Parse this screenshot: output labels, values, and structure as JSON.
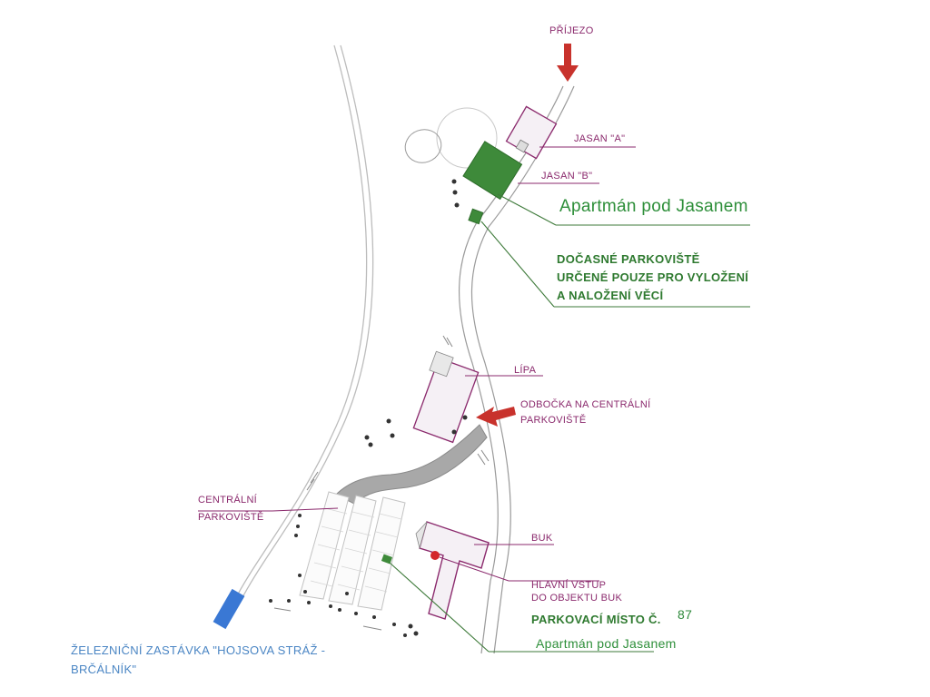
{
  "map": {
    "labels": {
      "prijezd": "PŘÍJEZO",
      "jasan_a": "JASAN \"A\"",
      "jasan_b": "JASAN \"B\"",
      "apartman_top": "Apartmán pod Jasanem",
      "docasne_1": "DOČASNÉ PARKOVIŠTĚ",
      "docasne_2": "URČENÉ POUZE PRO VYLOŽENÍ",
      "docasne_3": "A NALOŽENÍ VĚCÍ",
      "lipa": "LÍPA",
      "odbocka_1": "ODBOČKA NA CENTRÁLNÍ",
      "odbocka_2": "PARKOVIŠTĚ",
      "centralni_1": "CENTRÁLNÍ",
      "centralni_2": "PARKOVIŠTĚ",
      "buk": "BUK",
      "vstup_1": "HLAVNÍ VSTUP",
      "vstup_2": "DO OBJEKTU BUK",
      "parkovaci": "PARKOVACÍ MÍSTO Č.",
      "parkovaci_cislo": "87",
      "apartman_bottom": "Apartmán pod Jasanem",
      "zastavka_1": "ŽELEZNIČNÍ ZASTÁVKA \"HOJSOVA STRÁŽ -",
      "zastavka_2": "BRČÁLNÍK\""
    },
    "colors": {
      "label_purple": "#8b2a6d",
      "label_green": "#2f8a3c",
      "arrow_red": "#c8322c",
      "building_green": "#3e8a3a",
      "parking_gray": "#a8a8a8",
      "station_blue": "#3a78d4",
      "entrance_red": "#d3262b"
    }
  }
}
